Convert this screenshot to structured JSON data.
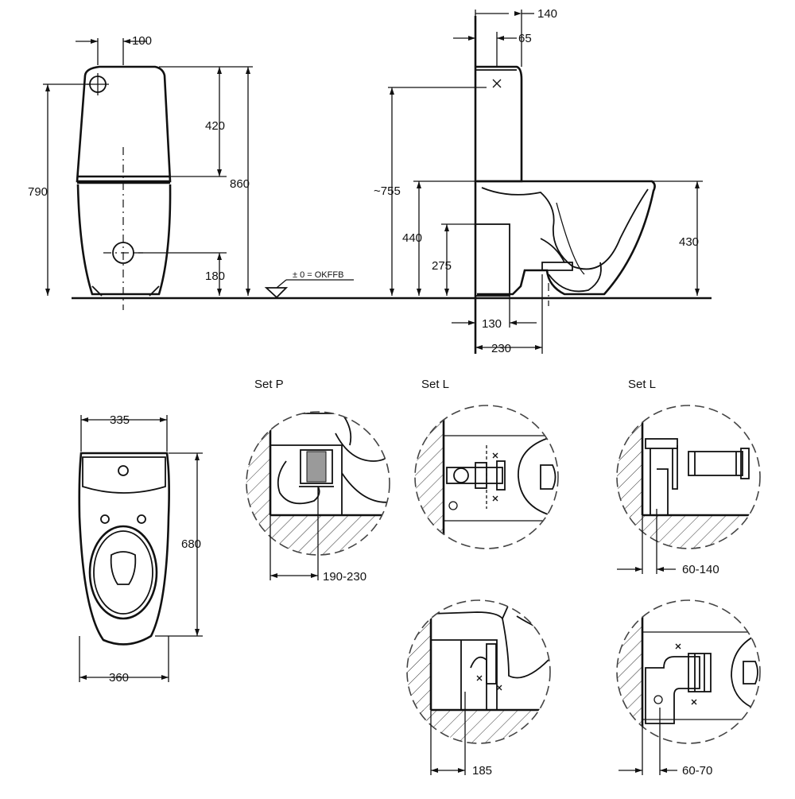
{
  "front_view": {
    "dim_width_top": "100",
    "dim_tank": "420",
    "dim_height_total": "860",
    "dim_height_left": "790",
    "dim_outlet": "180",
    "floor_ref": "± 0 = OKFFB"
  },
  "side_view": {
    "dim_top_a": "140",
    "dim_top_b": "65",
    "dim_height": "~755",
    "dim_inlet": "440",
    "dim_outlet": "275",
    "dim_seat": "430",
    "dim_bottom_a": "130",
    "dim_bottom_b": "230"
  },
  "top_view": {
    "dim_width_top": "335",
    "dim_length": "680",
    "dim_width_bottom": "360"
  },
  "details": [
    {
      "title": "Set P",
      "dim": "190-230"
    },
    {
      "title": "Set L",
      "dim": ""
    },
    {
      "title": "Set L",
      "dim": "60-140"
    },
    {
      "title": "",
      "dim": "185"
    },
    {
      "title": "",
      "dim": "60-70"
    }
  ]
}
